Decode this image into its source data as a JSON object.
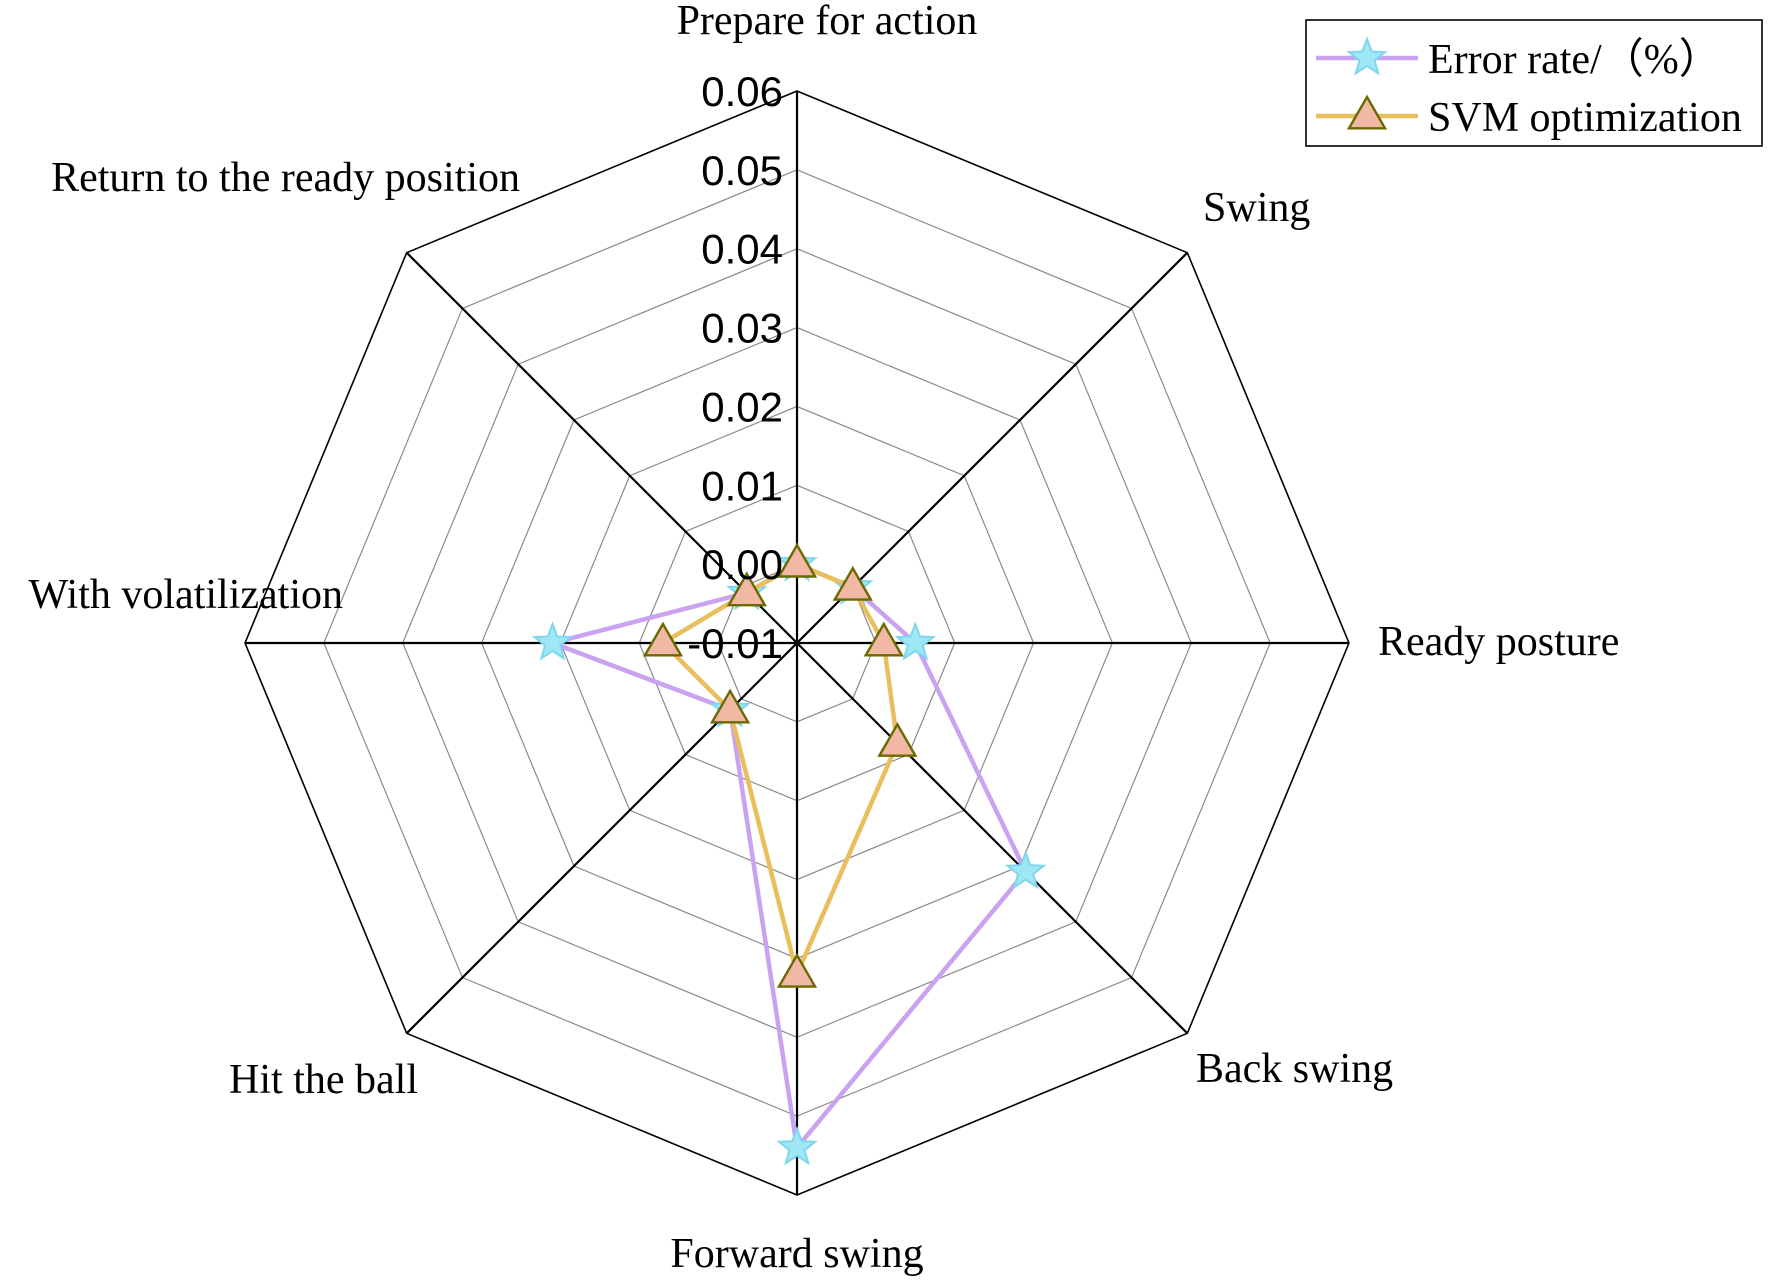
{
  "chart_data": {
    "type": "radar",
    "categories": [
      "Prepare for action",
      "Swing",
      "Ready posture",
      "Back swing",
      "Forward swing",
      "Hit the ball",
      "With volatilization",
      "Return to the ready position"
    ],
    "radial_ticks": [
      "-0.01",
      "0.00",
      "0.01",
      "0.02",
      "0.03",
      "0.04",
      "0.05",
      "0.06"
    ],
    "rlim": [
      -0.01,
      0.06
    ],
    "grid": true,
    "legend_position": "top-right",
    "series": [
      {
        "name": "Error rate/（%）",
        "color": "#c9a2f0",
        "marker": "star",
        "marker_color": "#9ee8f5",
        "values": [
          0.0,
          0.0,
          0.005,
          0.031,
          0.054,
          0.002,
          0.021,
          -0.001
        ]
      },
      {
        "name": "SVM optimization",
        "color": "#e8bf5c",
        "marker": "triangle",
        "marker_color": "#f0b8a5",
        "values": [
          0.0,
          0.0,
          0.001,
          0.008,
          0.032,
          0.002,
          0.007,
          -0.001
        ]
      }
    ]
  }
}
